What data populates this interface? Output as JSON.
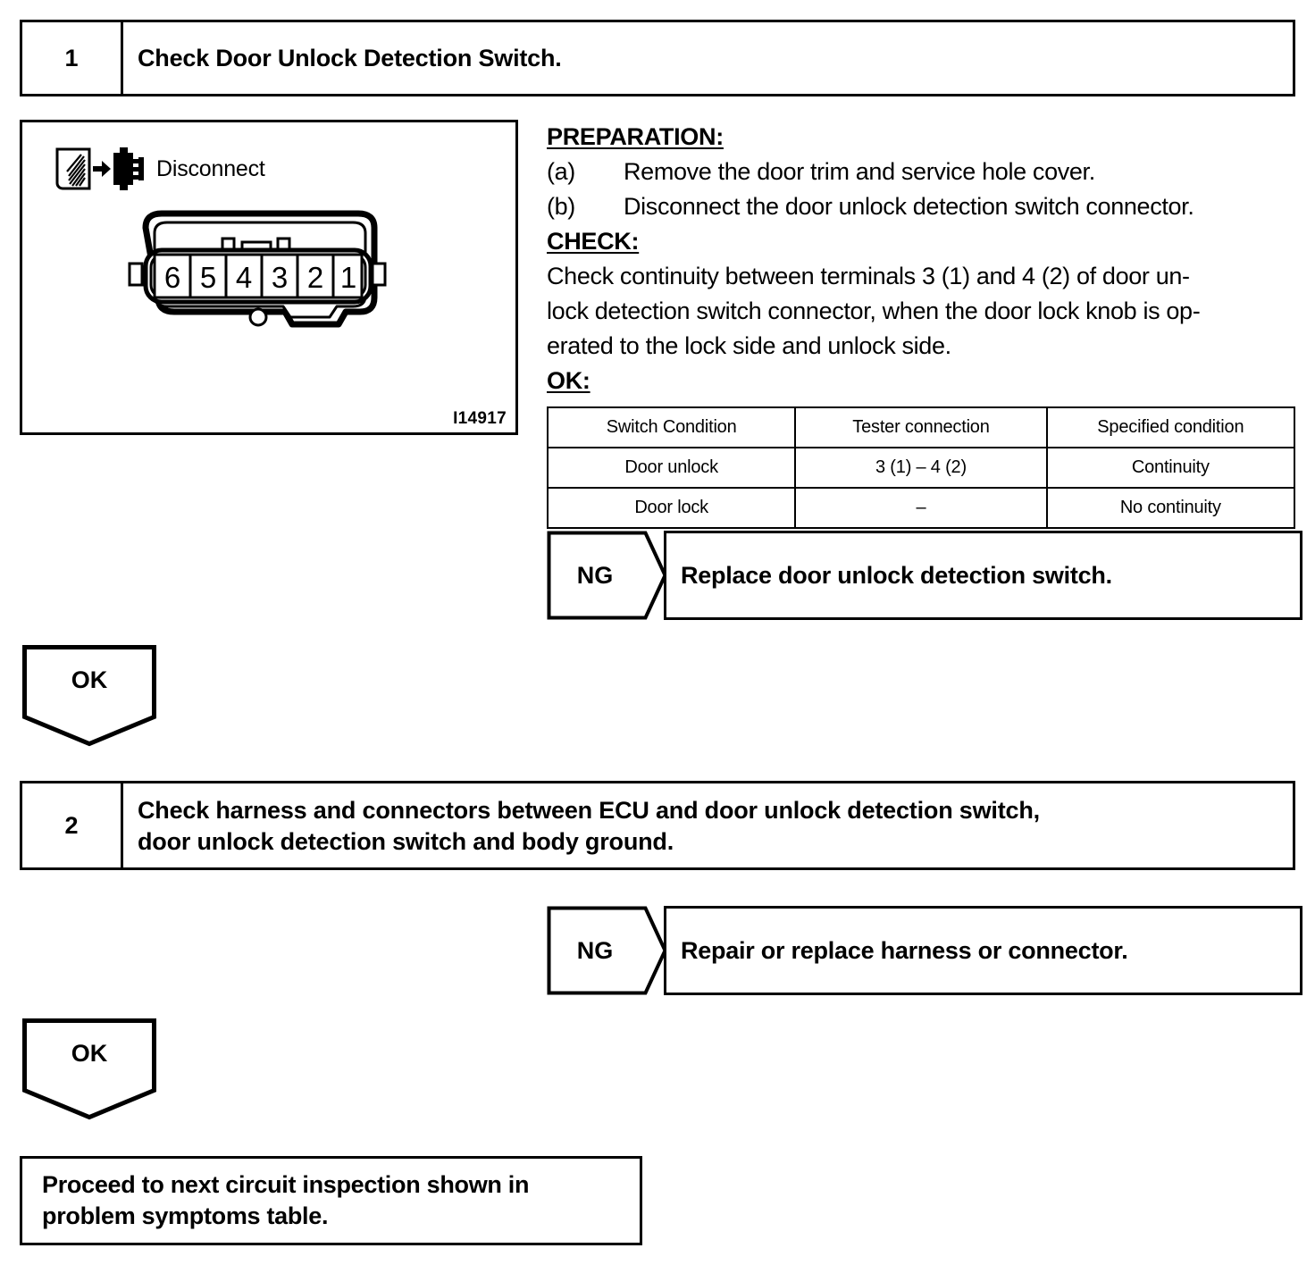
{
  "steps": [
    {
      "number": "1",
      "title": "Check Door Unlock Detection Switch."
    },
    {
      "number": "2",
      "title_line1": "Check harness and connectors between ECU and door unlock detection switch,",
      "title_line2": "door unlock detection switch and body ground."
    }
  ],
  "figure": {
    "disconnect_label": "Disconnect",
    "figure_id": "I14917",
    "connector_pins": [
      "6",
      "5",
      "4",
      "3",
      "2",
      "1"
    ]
  },
  "procedure": {
    "preparation_heading": "PREPARATION:",
    "prep_items": [
      {
        "marker": "(a)",
        "text": "Remove the door trim and service hole cover."
      },
      {
        "marker": "(b)",
        "text": "Disconnect the door unlock detection switch connector."
      }
    ],
    "check_heading": "CHECK:",
    "check_lines": [
      "Check continuity between terminals 3 (1) and 4 (2) of door un-",
      "lock detection switch connector, when the door lock knob is op-",
      "erated to the lock side and unlock side."
    ],
    "ok_heading": "OK:"
  },
  "spec_table": {
    "headers": [
      "Switch Condition",
      "Tester connection",
      "Specified condition"
    ],
    "rows": [
      [
        "Door unlock",
        "3 (1) – 4 (2)",
        "Continuity"
      ],
      [
        "Door lock",
        "–",
        "No continuity"
      ]
    ]
  },
  "results": {
    "ng_label": "NG",
    "ok_label": "OK",
    "ng_message_1": "Replace door unlock detection switch.",
    "ng_message_2": "Repair or replace harness or connector."
  },
  "proceed": {
    "line1": "Proceed to next circuit inspection shown in",
    "line2": "problem symptoms table."
  },
  "colors": {
    "ink": "#000000",
    "paper": "#ffffff"
  }
}
